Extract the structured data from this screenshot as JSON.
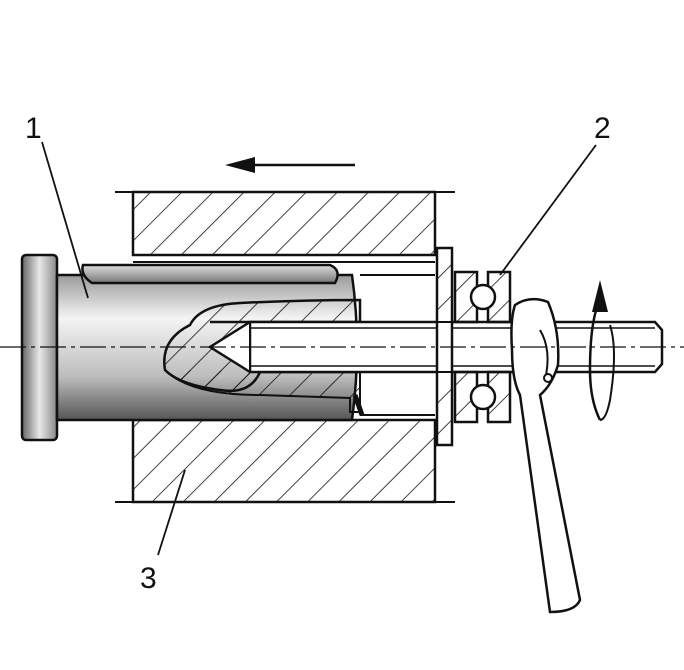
{
  "labels": {
    "part1": "1",
    "part2": "2",
    "part3": "3"
  },
  "colors": {
    "line": "#111111",
    "metal_dark": "#555555",
    "metal_light": "#f2f2f2"
  }
}
